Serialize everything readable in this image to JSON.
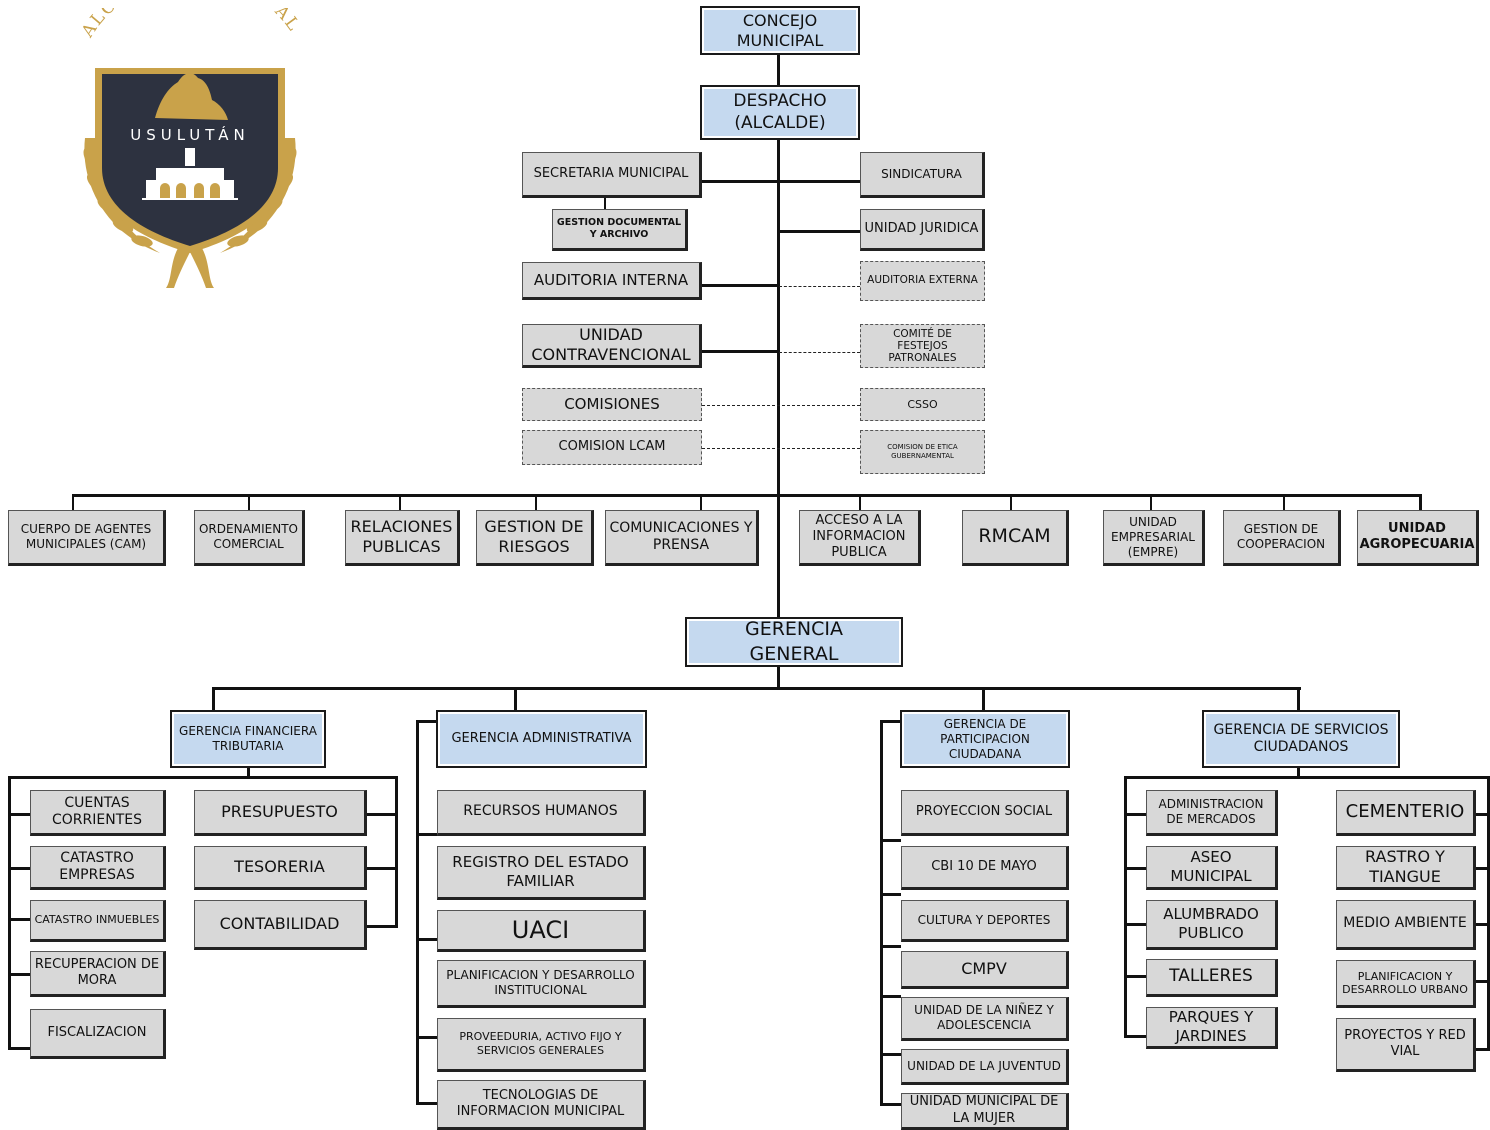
{
  "logo": {
    "arc_text": "ALCALDIA MUNICIPAL",
    "city": "USULUTÁN",
    "colors": {
      "shield": "#2d3240",
      "gold": "#c9a24a"
    }
  },
  "top": {
    "concejo": "CONCEJO MUNICIPAL",
    "despacho": "DESPACHO (ALCALDE)"
  },
  "staff_left": {
    "secretaria": "SECRETARIA MUNICIPAL",
    "gestion_doc": "GESTION DOCUMENTAL Y ARCHIVO",
    "auditoria_interna": "AUDITORIA INTERNA",
    "contravencional": "UNIDAD CONTRAVENCIONAL",
    "comisiones": "COMISIONES",
    "lcam": "COMISION LCAM"
  },
  "staff_right": {
    "sindicatura": "SINDICATURA",
    "juridica": "UNIDAD JURIDICA",
    "auditoria_externa": "AUDITORIA EXTERNA",
    "festejos": "COMITÉ DE FESTEJOS PATRONALES",
    "csso": "CSSO",
    "etica": "COMISION DE ETICA GUBERNAMENTAL"
  },
  "units": {
    "cam": "CUERPO DE AGENTES MUNICIPALES (CAM)",
    "ordenamiento": "ORDENAMIENTO COMERCIAL",
    "relaciones": "RELACIONES PUBLICAS",
    "riesgos": "GESTION DE RIESGOS",
    "comunicaciones": "COMUNICACIONES Y PRENSA",
    "acceso": "ACCESO A LA INFORMACION PUBLICA",
    "rmcam": "RMCAM",
    "empre": "UNIDAD EMPRESARIAL (EMPRE)",
    "cooperacion": "GESTION DE COOPERACION",
    "agropecuaria": "UNIDAD AGROPECUARIA"
  },
  "gerencia_general": "GERENCIA GENERAL",
  "financiera": {
    "title": "GERENCIA FINANCIERA TRIBUTARIA",
    "cuentas": "CUENTAS CORRIENTES",
    "catastro_emp": "CATASTRO EMPRESAS",
    "catastro_inm": "CATASTRO INMUEBLES",
    "recuperacion": "RECUPERACION DE MORA",
    "fiscalizacion": "FISCALIZACION",
    "presupuesto": "PRESUPUESTO",
    "tesoreria": "TESORERIA",
    "contabilidad": "CONTABILIDAD"
  },
  "administrativa": {
    "title": "GERENCIA ADMINISTRATIVA",
    "rrhh": "RECURSOS HUMANOS",
    "registro": "REGISTRO DEL ESTADO FAMILIAR",
    "uaci": "UACI",
    "planificacion": "PLANIFICACION Y DESARROLLO INSTITUCIONAL",
    "proveeduria": "PROVEEDURIA, ACTIVO FIJO Y SERVICIOS GENERALES",
    "tecnologias": "TECNOLOGIAS DE INFORMACION MUNICIPAL"
  },
  "participacion": {
    "title": "GERENCIA DE PARTICIPACION CIUDADANA",
    "proyeccion": "PROYECCION SOCIAL",
    "cbi": "CBI 10 DE MAYO",
    "cultura": "CULTURA Y DEPORTES",
    "cmpv": "CMPV",
    "ninez": "UNIDAD DE LA NIÑEZ Y ADOLESCENCIA",
    "juventud": "UNIDAD DE LA JUVENTUD",
    "mujer": "UNIDAD MUNICIPAL DE LA MUJER"
  },
  "servicios": {
    "title": "GERENCIA DE SERVICIOS CIUDADANOS",
    "mercados": "ADMINISTRACION DE MERCADOS",
    "aseo": "ASEO MUNICIPAL",
    "alumbrado": "ALUMBRADO PUBLICO",
    "talleres": "TALLERES",
    "parques": "PARQUES Y JARDINES",
    "cementerio": "CEMENTERIO",
    "rastro": "RASTRO Y TIANGUE",
    "medio": "MEDIO AMBIENTE",
    "plan_urbano": "PLANIFICACION Y DESARROLLO URBANO",
    "proyectos": "PROYECTOS Y RED VIAL"
  }
}
